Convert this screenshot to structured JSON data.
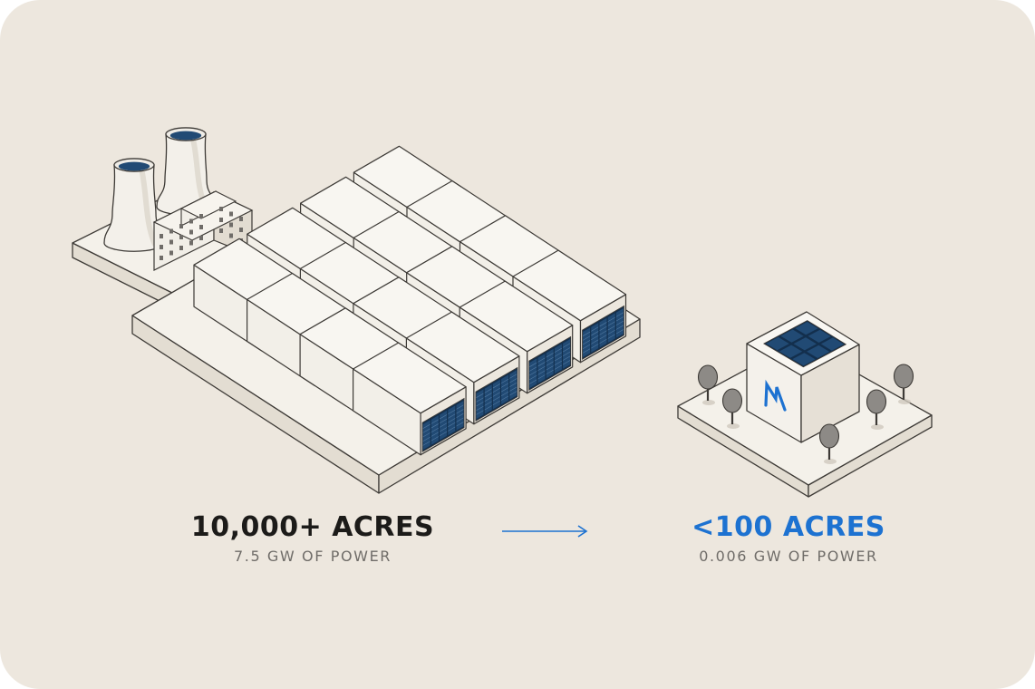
{
  "colors": {
    "background": "#ede7de",
    "platform_top": "#f4f1ea",
    "platform_side": "#e3ddd2",
    "outline": "#3d3a36",
    "rack_blue": "#214a74",
    "rack_blue_dark": "#132f4d",
    "accent_blue": "#1d72d1",
    "headline_dark": "#1c1b19",
    "sub_gray": "#6f6c68",
    "tree_gray": "#8d8a86"
  },
  "icons": {
    "power_plant": "cooling-tower-icon",
    "server_building": "datacenter-block-icon",
    "compact_center": "solar-cube-icon",
    "logo": "m-bolt-logo-icon",
    "arrow": "arrow-right-icon",
    "tree": "tree-icon"
  },
  "left": {
    "headline": "10,000+ ACRES",
    "sub": "7.5 GW OF POWER"
  },
  "right": {
    "headline": "<100 ACRES",
    "sub": "0.006 GW OF POWER"
  }
}
